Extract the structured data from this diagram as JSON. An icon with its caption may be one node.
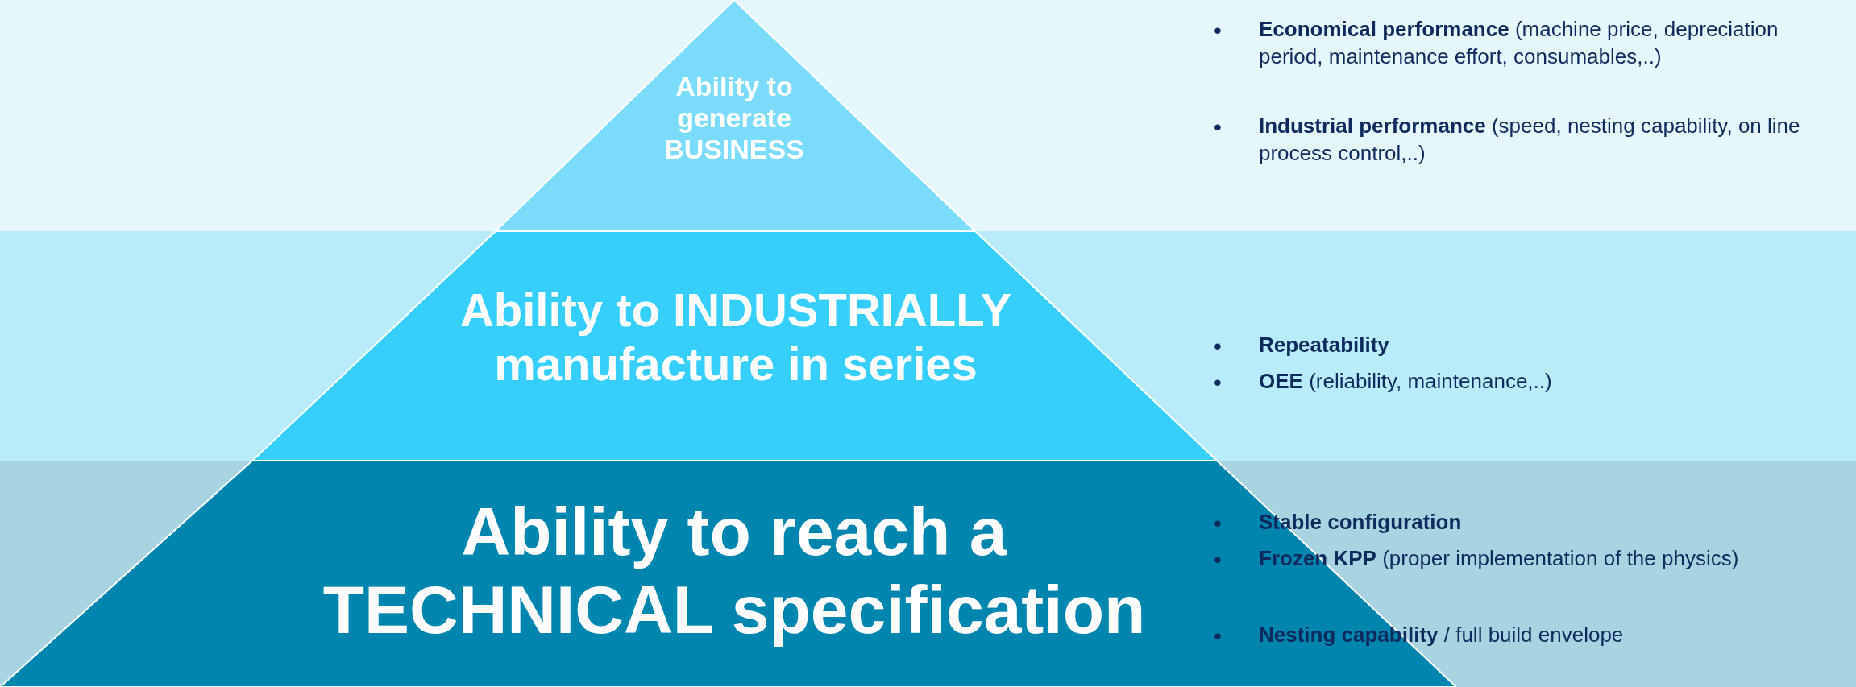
{
  "diagram": {
    "nodes": [
      {
        "text": [
          "Ability to generate BUSINESS"
        ],
        "beside": [
          "**Economical performance** (machine price, depreciation period, maintenance effort, consumables,..)",
          "**Industrial performance** (speed, nesting capability, on line process control,..)"
        ]
      },
      {
        "text": [
          "Ability to INDUSTRIALLY manufacture in series"
        ],
        "beside": [
          "**Repeatability**",
          "**OEE** (reliability, maintenance,..)"
        ]
      },
      {
        "text": [
          "Ability to reach a TECHNICAL specification"
        ],
        "beside": [
          "**Stable configuration**",
          "**Frozen KPP** (proper implementation of the physics)",
          "**Nesting capability** / full build envelope"
        ]
      }
    ],
    "labels": [
      "•",
      "•",
      "•",
      "•",
      "•",
      "•",
      "•"
    ]
  }
}
